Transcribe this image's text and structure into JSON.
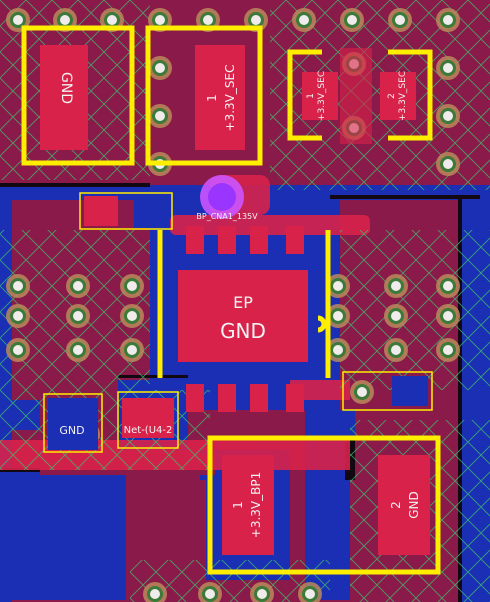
{
  "colors": {
    "board_background": "#1a0f1e",
    "copper_pour": "#8a1a4a",
    "copper_bottom": "#1a2fb4",
    "pad": "#d8224a",
    "pad_highlight": "#e23c5e",
    "silkscreen": "#ffee00",
    "pad_label": "#f2f2f2",
    "via_ring": "#b88a5a",
    "via_hole": "#f0ecec",
    "unrouted_cross": "#3cc36a",
    "selected_via": "#cc55ff"
  },
  "labels": {
    "top_left_connector": "GND",
    "top_regulator_pin": "1",
    "top_regulator_net": "+3.3V_SEC",
    "small_cap_left_pin": "1",
    "small_cap_left_net": "+3.3V_SEC",
    "small_cap_right_pin": "2",
    "small_cap_right_net": "+3.3V_SEC",
    "selected_via_net": "BP_CNA1_135V",
    "center_pad_ep": "EP",
    "center_pad_net": "GND",
    "bottom_left_pad": "GND",
    "bottom_mid_pad": "Net-(U4-2",
    "bottom_cap_left_pin": "1",
    "bottom_cap_left_net": "+3.3V_BP1",
    "bottom_cap_right_pin": "2",
    "bottom_cap_right_net": "GND"
  }
}
